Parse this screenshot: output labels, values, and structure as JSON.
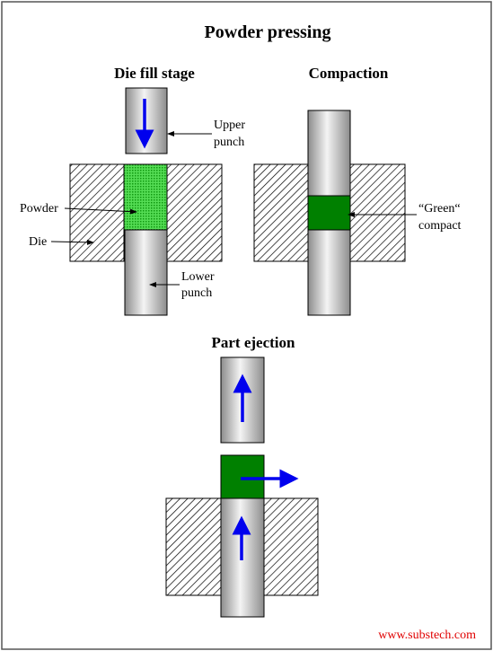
{
  "diagram": {
    "title": "Powder pressing",
    "stages": {
      "die_fill": "Die fill stage",
      "compaction": "Compaction",
      "part_ejection": "Part ejection"
    },
    "labels": {
      "upper_punch_line1": "Upper",
      "upper_punch_line2": "punch",
      "powder": "Powder",
      "die": "Die",
      "lower_punch_line1": "Lower",
      "lower_punch_line2": "punch",
      "green_compact_line1": "“Green“",
      "green_compact_line2": "compact"
    },
    "watermark": "www.substech.com",
    "colors": {
      "arrow": "#0000ee",
      "compact": "#008000",
      "powder": "#33cc33",
      "watermark": "#e00000"
    }
  }
}
